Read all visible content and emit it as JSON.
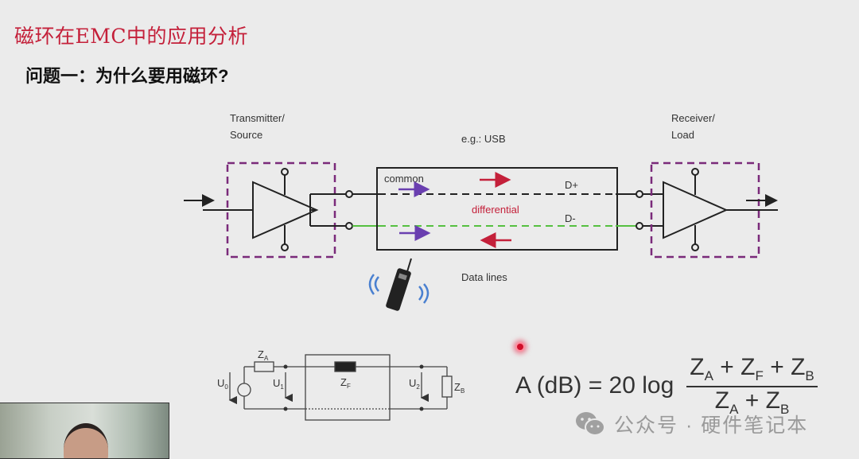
{
  "slide": {
    "title": "磁环在EMC中的应用分析",
    "subtitle": "问题一：为什么要用磁环?",
    "title_color": "#c4203a"
  },
  "diagram": {
    "transmitter_label_line1": "Transmitter/",
    "transmitter_label_line2": "Source",
    "receiver_label_line1": "Receiver/",
    "receiver_label_line2": "Load",
    "bus_label": "e.g.: USB",
    "common_label": "common",
    "differential_label": "differential",
    "dplus_label": "D+",
    "dminus_label": "D-",
    "data_lines_label": "Data lines",
    "colors": {
      "boundary": "#7a2a7a",
      "common_arrow": "#6a3fb0",
      "differential_arrow": "#c4203a",
      "d_minus_line": "#55c040",
      "wire": "#222222"
    }
  },
  "circuit": {
    "za": "Z",
    "za_sub": "A",
    "zf": "Z",
    "zf_sub": "F",
    "zb": "Z",
    "zb_sub": "B",
    "u0": "U",
    "u0_sub": "0",
    "u1": "U",
    "u1_sub": "1",
    "u2": "U",
    "u2_sub": "2"
  },
  "formula": {
    "lhs": "A (dB) = 20 log",
    "num_parts": [
      {
        "t": "Z",
        "s": "A"
      },
      {
        "t": " + Z",
        "s": "F"
      },
      {
        "t": " + Z",
        "s": "B"
      }
    ],
    "den_parts": [
      {
        "t": "Z",
        "s": "A"
      },
      {
        "t": " + Z",
        "s": "B"
      }
    ]
  },
  "watermark": {
    "text": "公众号 · 硬件笔记本"
  }
}
